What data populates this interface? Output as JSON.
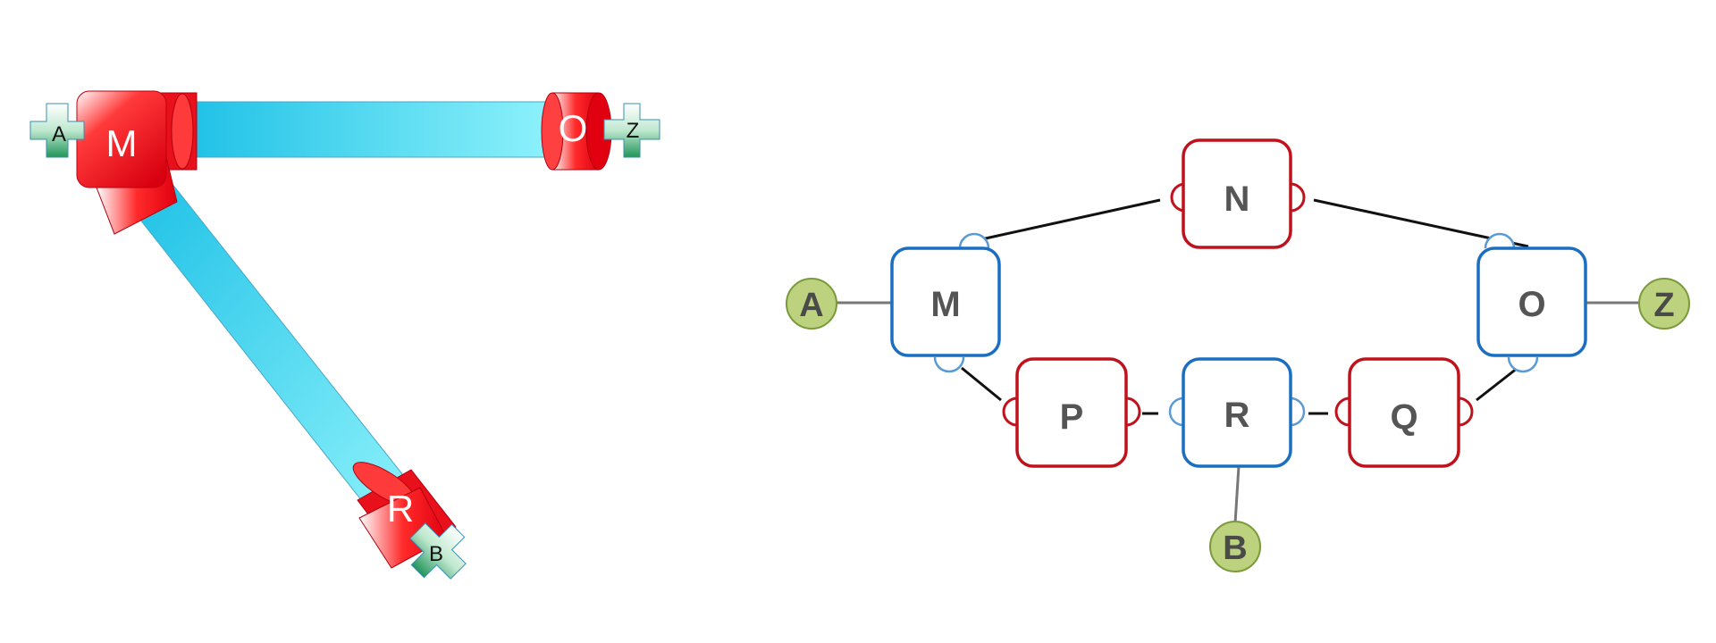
{
  "left_diagram": {
    "nodes": {
      "M": "M",
      "O": "O",
      "R": "R"
    },
    "terminals": {
      "A": "A",
      "Z": "Z",
      "B": "B"
    },
    "colors": {
      "node": "#e8101a",
      "pipe_start": "#1cc0e6",
      "pipe_end": "#8ef2fb",
      "terminal": "#2fa060"
    }
  },
  "right_diagram": {
    "nodes": {
      "N": "N",
      "M": "M",
      "O": "O",
      "P": "P",
      "R": "R",
      "Q": "Q"
    },
    "terminals": {
      "A": "A",
      "Z": "Z",
      "B": "B"
    },
    "colors": {
      "red_node": "#c0121c",
      "blue_node": "#1a6fc0",
      "terminal_fill": "#bcd27e",
      "terminal_stroke": "#7a9a3a",
      "link": "#111111"
    }
  }
}
